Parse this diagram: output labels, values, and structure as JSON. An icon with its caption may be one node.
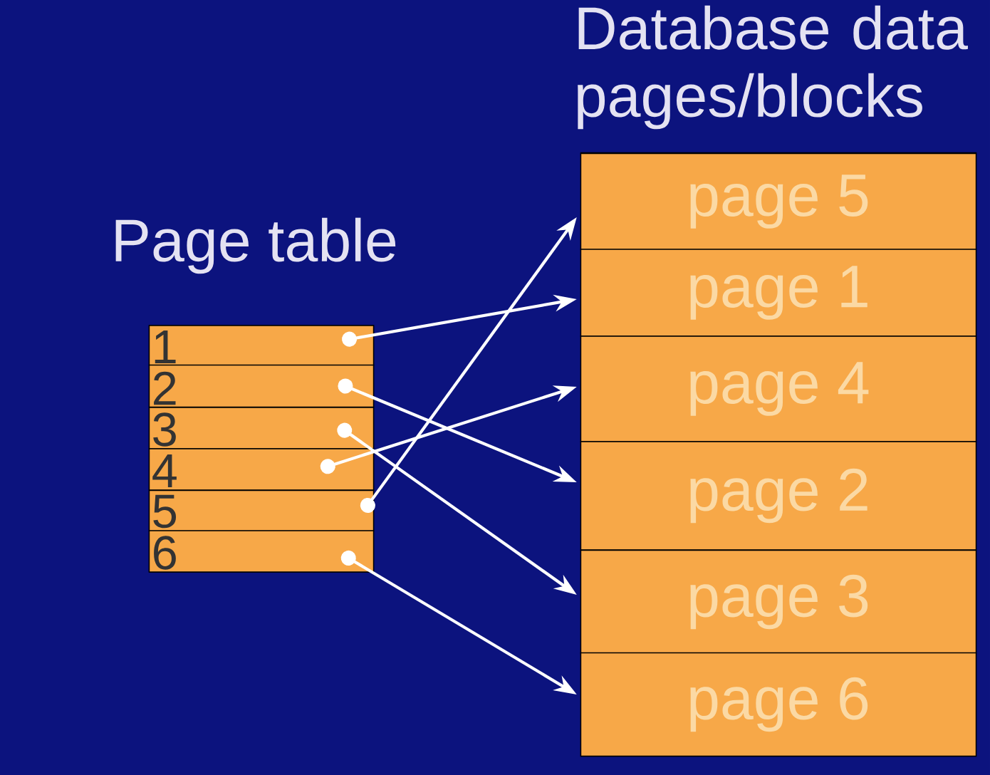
{
  "diagram": {
    "nodes": [
      {
        "text": [
          "Page table"
        ]
      },
      {
        "text": [
          "1"
        ],
        "in": 0
      },
      {
        "text": [
          "2"
        ],
        "in": 0
      },
      {
        "text": [
          "3"
        ],
        "in": 0
      },
      {
        "text": [
          "4"
        ],
        "in": 0
      },
      {
        "text": [
          "5"
        ],
        "in": 0
      },
      {
        "text": [
          "6"
        ],
        "in": 0
      },
      {
        "text": [
          "Database data pages/blocks"
        ]
      },
      {
        "text": [
          "page 5"
        ],
        "in": 7
      },
      {
        "text": [
          "page 1"
        ],
        "in": 7
      },
      {
        "text": [
          "page 4"
        ],
        "in": 7
      },
      {
        "text": [
          "page 2"
        ],
        "in": 7
      },
      {
        "text": [
          "page 3"
        ],
        "in": 7
      },
      {
        "text": [
          "page 6"
        ],
        "in": 7
      }
    ],
    "edges": [
      {
        "from": 1,
        "to": 9,
        "arrow": "to"
      },
      {
        "from": 2,
        "to": 11,
        "arrow": "to"
      },
      {
        "from": 3,
        "to": 12,
        "arrow": "to"
      },
      {
        "from": 4,
        "to": 10,
        "arrow": "to"
      },
      {
        "from": 5,
        "to": 8,
        "arrow": "to"
      },
      {
        "from": 6,
        "to": 13,
        "arrow": "to"
      }
    ]
  }
}
